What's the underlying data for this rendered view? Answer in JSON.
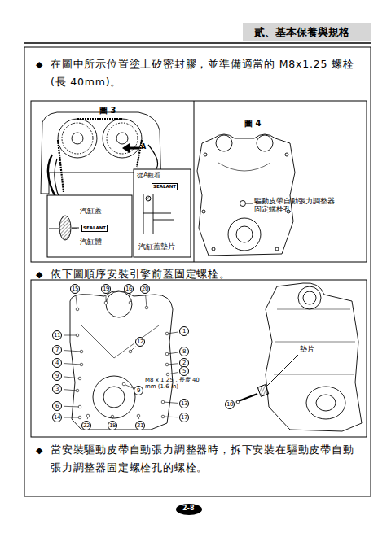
{
  "diagram": {
    "nodes": [
      {
        "text": [
          "圖 3"
        ]
      },
      {
        "text": [
          "汽缸蓋",
          "SEALANT",
          "汽缸體"
        ],
        "in": 0
      },
      {
        "text": [
          "從A觀看",
          "SEALANT",
          "汽缸蓋墊片"
        ],
        "in": 0
      },
      {
        "text": [
          "圖 4",
          "驅動皮帶自動張力調整器固定螺栓孔"
        ]
      }
    ],
    "labels": [
      "貳、基本保養與規格",
      "◆",
      "在圖中所示位置塗上矽密封膠，並準備適當的 M8x1.25 螺栓(長 40mm)。",
      "A",
      "◆",
      "依下圖順序安裝引擎前蓋固定螺栓。",
      "15",
      "19",
      "16",
      "20",
      "11",
      "1",
      "12",
      "7",
      "8",
      "4",
      "2",
      "5",
      "9",
      "M8 x 1.25，長度 40 mm (1.6 in)",
      "9",
      "3",
      "13",
      "6",
      "14",
      "17",
      "22",
      "18",
      "21",
      "墊片",
      "10",
      "◆",
      "當安裝驅動皮帶自動張力調整器時，拆下安裝在驅動皮帶自動張力調整器固定螺栓孔的螺栓。",
      "2-8"
    ]
  }
}
